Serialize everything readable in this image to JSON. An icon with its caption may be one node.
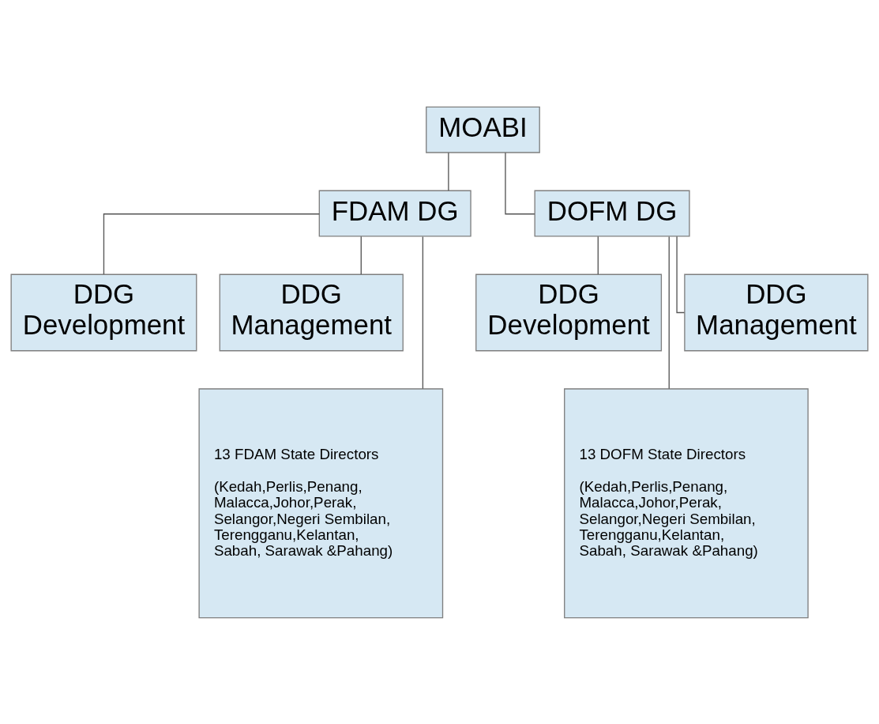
{
  "diagram": {
    "nodes": [
      {
        "text": [
          "MOABI"
        ]
      },
      {
        "text": [
          "FDAM DG"
        ]
      },
      {
        "text": [
          "DOFM DG"
        ]
      },
      {
        "text": [
          "DDG Development"
        ]
      },
      {
        "text": [
          "DDG Management"
        ]
      },
      {
        "text": [
          "DDG Development"
        ]
      },
      {
        "text": [
          "DDG Management"
        ]
      },
      {
        "text": [
          "13 FDAM State Directors",
          "(Kedah,Perlis,Penang, Malacca,Johor,Perak, Selangor,Negeri Sembilan, Terengganu,Kelantan, Sabah, Sarawak &Pahang)"
        ]
      },
      {
        "text": [
          "13 DOFM State Directors",
          "(Kedah,Perlis,Penang, Malacca,Johor,Perak, Selangor,Negeri Sembilan, Terengganu,Kelantan, Sabah, Sarawak &Pahang)"
        ]
      }
    ],
    "edges": [
      {
        "from": 0,
        "to": 1,
        "arrow": "none"
      },
      {
        "from": 0,
        "to": 2,
        "arrow": "none"
      },
      {
        "from": 1,
        "to": 3,
        "arrow": "none"
      },
      {
        "from": 1,
        "to": 4,
        "arrow": "none"
      },
      {
        "from": 1,
        "to": 7,
        "arrow": "none"
      },
      {
        "from": 2,
        "to": 5,
        "arrow": "none"
      },
      {
        "from": 2,
        "to": 6,
        "arrow": "none"
      },
      {
        "from": 2,
        "to": 8,
        "arrow": "none"
      }
    ]
  }
}
